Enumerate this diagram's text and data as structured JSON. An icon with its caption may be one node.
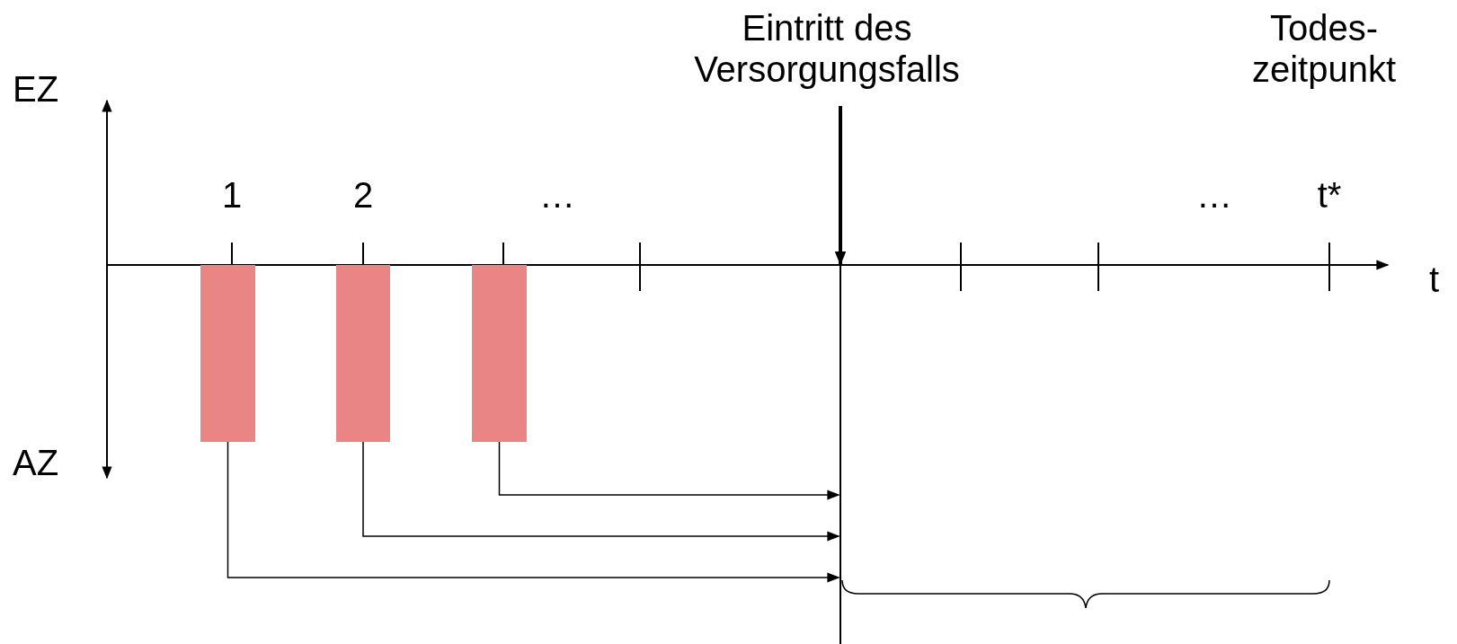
{
  "diagram": {
    "nodes": [
      {
        "text": [
          "Eintritt des Versorgungsfalls"
        ]
      },
      {
        "text": [],
        "shape": "line"
      },
      {
        "text": [],
        "shape": "bar"
      },
      {
        "text": [],
        "shape": "bar"
      },
      {
        "text": [],
        "shape": "bar"
      }
    ],
    "edges": [
      {
        "from": 0,
        "to": 1,
        "arrow": "to",
        "style": "thick"
      },
      {
        "from": 2,
        "to": 1,
        "arrow": "to"
      },
      {
        "from": 3,
        "to": 1,
        "arrow": "to"
      },
      {
        "from": 4,
        "to": 1,
        "arrow": "to"
      }
    ],
    "labels": [
      "Todes- zeitpunkt",
      "EZ",
      "1",
      "2",
      "…",
      "…",
      "t*",
      "t",
      "AZ"
    ]
  }
}
